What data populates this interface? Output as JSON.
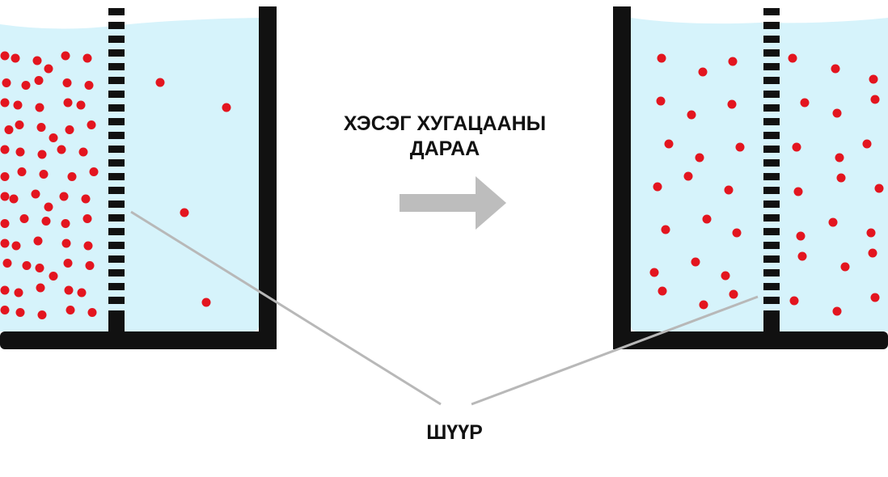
{
  "labels": {
    "time_line1": "ХЭСЭГ ХУГАЦААНЫ",
    "time_line2": "ДАРАА",
    "membrane": "ШҮҮР"
  },
  "colors": {
    "water": "#d6f3fb",
    "container": "#111111",
    "particle": "#e3151f",
    "arrow": "#bdbdbd",
    "pointer_line": "#b8b8b8"
  },
  "icons": {
    "arrow": "right-arrow-icon"
  },
  "states": {
    "before": {
      "left_side": "many particles",
      "right_side": "few particles"
    },
    "after": {
      "left_side": "equal particles",
      "right_side": "equal particles"
    }
  }
}
